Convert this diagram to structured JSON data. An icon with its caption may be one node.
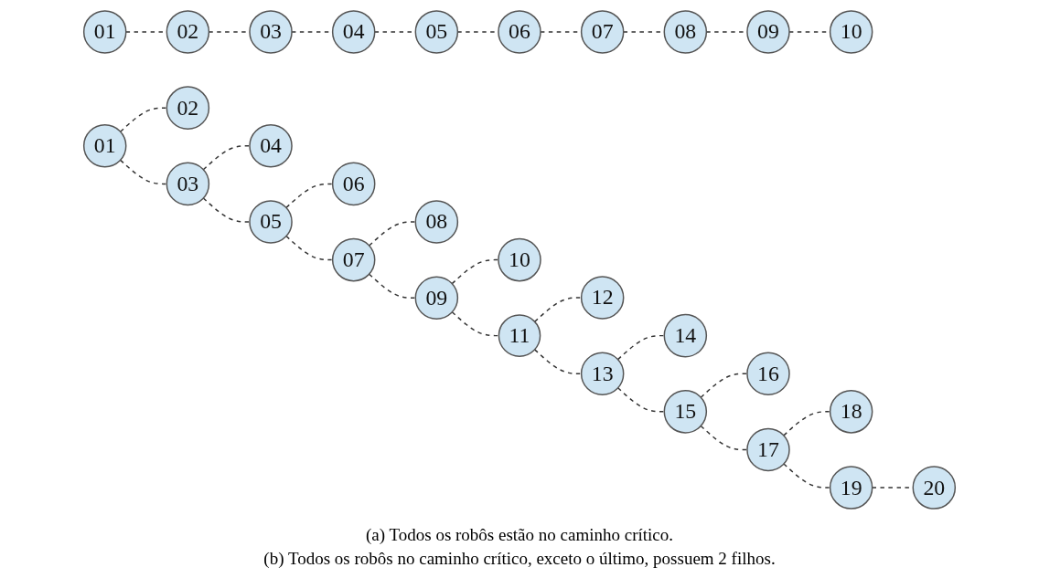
{
  "diagram": {
    "nodes": [
      {
        "text": [
          "01"
        ]
      },
      {
        "text": [
          "02"
        ]
      },
      {
        "text": [
          "03"
        ]
      },
      {
        "text": [
          "04"
        ]
      },
      {
        "text": [
          "05"
        ]
      },
      {
        "text": [
          "06"
        ]
      },
      {
        "text": [
          "07"
        ]
      },
      {
        "text": [
          "08"
        ]
      },
      {
        "text": [
          "09"
        ]
      },
      {
        "text": [
          "10"
        ]
      },
      {
        "text": [
          "01"
        ]
      },
      {
        "text": [
          "02"
        ]
      },
      {
        "text": [
          "03"
        ]
      },
      {
        "text": [
          "04"
        ]
      },
      {
        "text": [
          "05"
        ]
      },
      {
        "text": [
          "06"
        ]
      },
      {
        "text": [
          "07"
        ]
      },
      {
        "text": [
          "08"
        ]
      },
      {
        "text": [
          "09"
        ]
      },
      {
        "text": [
          "10"
        ]
      },
      {
        "text": [
          "11"
        ]
      },
      {
        "text": [
          "12"
        ]
      },
      {
        "text": [
          "13"
        ]
      },
      {
        "text": [
          "14"
        ]
      },
      {
        "text": [
          "15"
        ]
      },
      {
        "text": [
          "16"
        ]
      },
      {
        "text": [
          "17"
        ]
      },
      {
        "text": [
          "18"
        ]
      },
      {
        "text": [
          "19"
        ]
      },
      {
        "text": [
          "20"
        ]
      }
    ],
    "edges": [
      {
        "from": 0,
        "to": 1,
        "arrow": "none",
        "style": "dashed"
      },
      {
        "from": 1,
        "to": 2,
        "arrow": "none",
        "style": "dashed"
      },
      {
        "from": 2,
        "to": 3,
        "arrow": "none",
        "style": "dashed"
      },
      {
        "from": 3,
        "to": 4,
        "arrow": "none",
        "style": "dashed"
      },
      {
        "from": 4,
        "to": 5,
        "arrow": "none",
        "style": "dashed"
      },
      {
        "from": 5,
        "to": 6,
        "arrow": "none",
        "style": "dashed"
      },
      {
        "from": 6,
        "to": 7,
        "arrow": "none",
        "style": "dashed"
      },
      {
        "from": 7,
        "to": 8,
        "arrow": "none",
        "style": "dashed"
      },
      {
        "from": 8,
        "to": 9,
        "arrow": "none",
        "style": "dashed"
      },
      {
        "from": 10,
        "to": 11,
        "arrow": "none",
        "style": "dashed"
      },
      {
        "from": 10,
        "to": 12,
        "arrow": "none",
        "style": "dashed"
      },
      {
        "from": 12,
        "to": 13,
        "arrow": "none",
        "style": "dashed"
      },
      {
        "from": 12,
        "to": 14,
        "arrow": "none",
        "style": "dashed"
      },
      {
        "from": 14,
        "to": 15,
        "arrow": "none",
        "style": "dashed"
      },
      {
        "from": 14,
        "to": 16,
        "arrow": "none",
        "style": "dashed"
      },
      {
        "from": 16,
        "to": 17,
        "arrow": "none",
        "style": "dashed"
      },
      {
        "from": 16,
        "to": 18,
        "arrow": "none",
        "style": "dashed"
      },
      {
        "from": 18,
        "to": 19,
        "arrow": "none",
        "style": "dashed"
      },
      {
        "from": 18,
        "to": 20,
        "arrow": "none",
        "style": "dashed"
      },
      {
        "from": 20,
        "to": 21,
        "arrow": "none",
        "style": "dashed"
      },
      {
        "from": 20,
        "to": 22,
        "arrow": "none",
        "style": "dashed"
      },
      {
        "from": 22,
        "to": 23,
        "arrow": "none",
        "style": "dashed"
      },
      {
        "from": 22,
        "to": 24,
        "arrow": "none",
        "style": "dashed"
      },
      {
        "from": 24,
        "to": 25,
        "arrow": "none",
        "style": "dashed"
      },
      {
        "from": 24,
        "to": 26,
        "arrow": "none",
        "style": "dashed"
      },
      {
        "from": 26,
        "to": 27,
        "arrow": "none",
        "style": "dashed"
      },
      {
        "from": 26,
        "to": 28,
        "arrow": "none",
        "style": "dashed"
      },
      {
        "from": 28,
        "to": 29,
        "arrow": "none",
        "style": "dashed"
      }
    ],
    "labels": [
      "(a) Todos os robôs estão no caminho crítico.",
      "(b) Todos os robôs no caminho crítico, exceto o último, possuem 2 filhos."
    ]
  }
}
